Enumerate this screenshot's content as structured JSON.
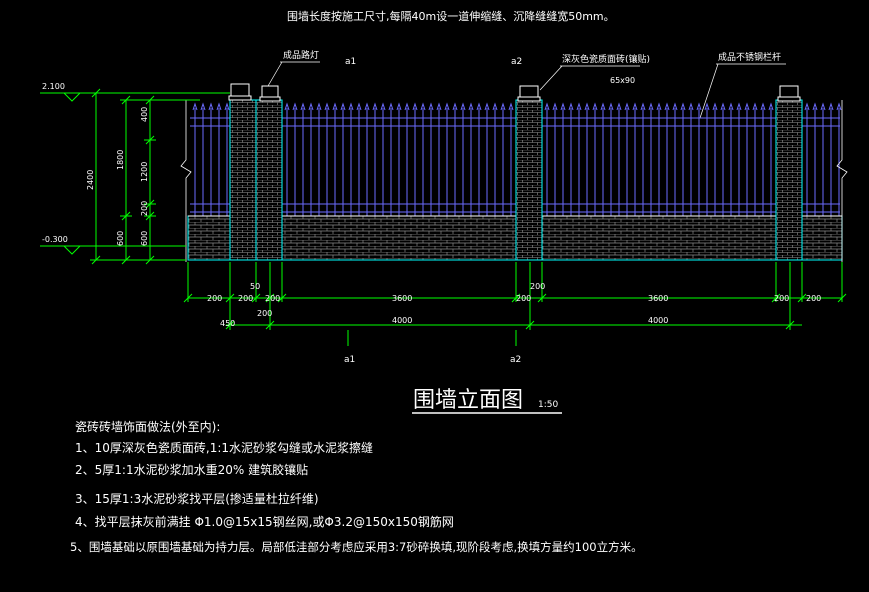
{
  "header": {
    "note": "围墙长度按施工尺寸,每隔40m设一道伸缩缝、沉降缝缝宽50mm。"
  },
  "callouts": {
    "lamp": "成品路灯",
    "cap": "深灰色瓷质面砖(镶贴)",
    "cap_size": "65x90",
    "fence": "成品不锈钢栏杆"
  },
  "axes": {
    "a1": "a1",
    "a2": "a2"
  },
  "levels": {
    "top": "2.100",
    "bottom": "-0.300"
  },
  "vertical_dims": {
    "total": "2400",
    "upper": "1800",
    "seg_400": "400",
    "seg_1200": "1200",
    "seg_200": "200",
    "seg_600a": "600",
    "seg_600b": "600"
  },
  "horizontal_dims": {
    "row1": [
      "200",
      "200",
      "50",
      "200",
      "3600",
      "200",
      "200",
      "3600",
      "200",
      "200"
    ],
    "row2": [
      "450",
      "200",
      "4000",
      "4000"
    ]
  },
  "title": {
    "main": "围墙立面图",
    "scale": "1:50"
  },
  "notes": {
    "heading": "瓷砖砖墙饰面做法(外至内):",
    "items": [
      "1、10厚深灰色瓷质面砖,1:1水泥砂浆勾缝或水泥浆擦缝",
      "2、5厚1:1水泥砂浆加水重20% 建筑胶镶贴",
      "3、15厚1:3水泥砂浆找平层(掺适量杜拉纤维)",
      "4、找平层抹灰前满挂 Φ1.0@15x15钢丝网,或Φ3.2@150x150钢筋网",
      "5、围墙基础以原围墙基础为持力层。局部低洼部分考虑应采用3:7砂碎换填,现阶段考虑,换填方量约100立方米。"
    ]
  },
  "colors": {
    "background": "#000000",
    "railing": "#6b6bff",
    "dimension": "#00ff00",
    "pier_outline": "#00ffff",
    "brick": "#9a9a9a",
    "text": "#ffffff"
  }
}
